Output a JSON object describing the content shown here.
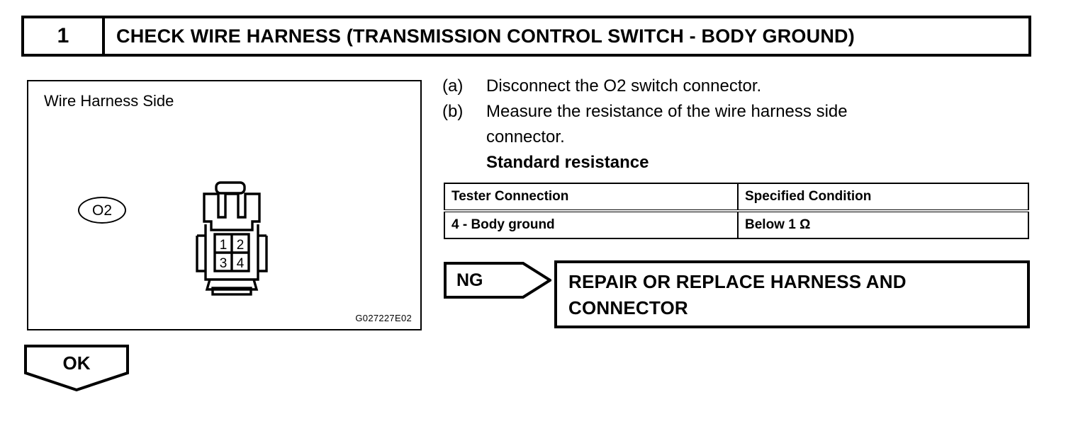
{
  "step": {
    "number": "1",
    "title": "CHECK WIRE HARNESS (TRANSMISSION  CONTROL SWITCH - BODY GROUND)"
  },
  "figure": {
    "caption": "Wire Harness Side",
    "connector_label": "O2",
    "figure_code": "G027227E02",
    "connector": {
      "pins": [
        "1",
        "2",
        "3",
        "4"
      ]
    }
  },
  "procedure": {
    "steps": [
      {
        "marker": "(a)",
        "text": "Disconnect the O2 switch connector."
      },
      {
        "marker": "(b)",
        "text": "Measure the resistance of the wire harness side"
      }
    ],
    "continuation": "connector.",
    "standard_heading": "Standard resistance"
  },
  "spec_table": {
    "headers": [
      "Tester Connection",
      "Specified Condition"
    ],
    "rows": [
      [
        "4 - Body ground",
        "Below 1 Ω"
      ]
    ]
  },
  "branches": {
    "ng_label": "NG",
    "ng_result_line1": "REPAIR OR REPLACE HARNESS AND",
    "ng_result_line2": "CONNECTOR",
    "ok_label": "OK"
  },
  "colors": {
    "ink": "#000000",
    "paper": "#ffffff"
  }
}
